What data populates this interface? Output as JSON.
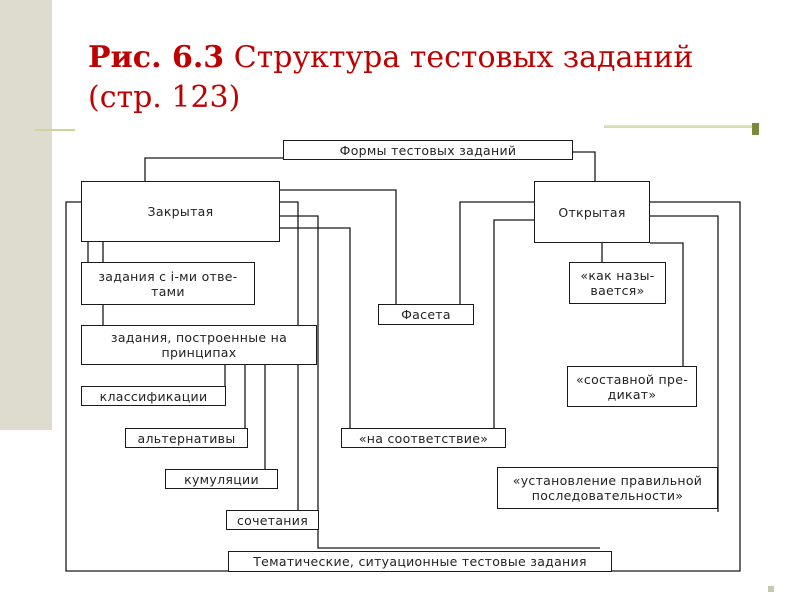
{
  "slide": {
    "title_bold": "Рис. 6.3",
    "title_rest": " Структура тестовых заданий",
    "title_line2": "(стр. 123)"
  },
  "diagram": {
    "root": "Формы тестовых заданий",
    "closed": "Закрытая",
    "open": "Открытая",
    "facet": "Фасета",
    "closed_items": {
      "one_answer": "задания с i-ми отве-\nтами",
      "principles": "задания, построенные на\nпринципах",
      "classification": "классификации",
      "alternatives": "альтернативы",
      "cumulation": "кумуляции",
      "combination": "сочетания"
    },
    "matching": "«на соответствие»",
    "open_items": {
      "how_called": "«как назы-\nвается»",
      "compound_predicate": "«составной пре-\nдикат»",
      "sequence": "«установление правильной\nпоследовательности»"
    },
    "thematic": "Тематические, ситуационные тестовые задания"
  }
}
